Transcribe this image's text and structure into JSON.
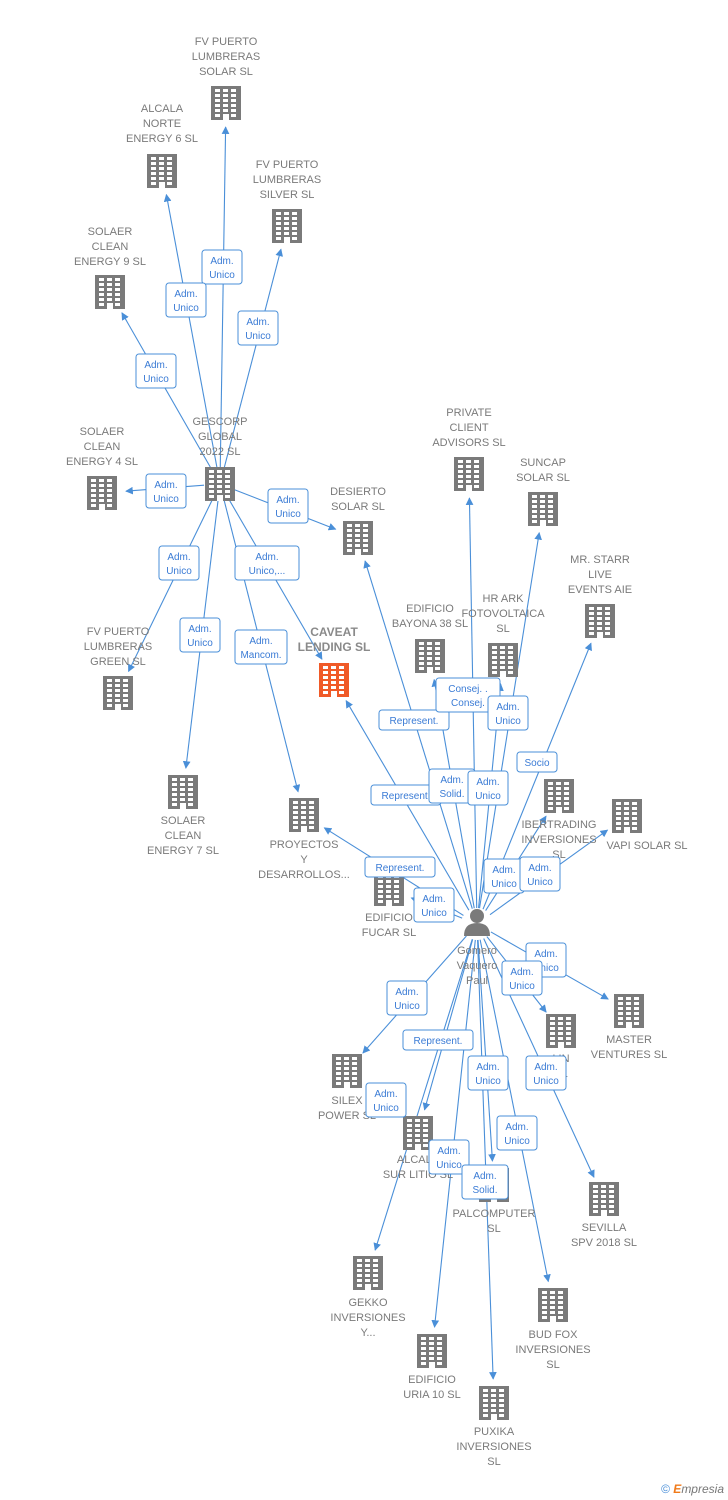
{
  "colors": {
    "edge": "#4a8fd8",
    "building": "#7a7a7a",
    "focus": "#f05a28",
    "person": "#7a7a7a"
  },
  "nodes": [
    {
      "id": "fv_solar",
      "lines": [
        "FV PUERTO",
        "LUMBRERAS",
        "SOLAR  SL"
      ],
      "icon": "building"
    },
    {
      "id": "alcala_norte",
      "lines": [
        "ALCALA",
        "NORTE",
        "ENERGY 6  SL"
      ],
      "icon": "building"
    },
    {
      "id": "fv_silver",
      "lines": [
        "FV PUERTO",
        "LUMBRERAS",
        "SILVER  SL"
      ],
      "icon": "building"
    },
    {
      "id": "solaer9",
      "lines": [
        "SOLAER",
        "CLEAN",
        "ENERGY 9  SL"
      ],
      "icon": "building"
    },
    {
      "id": "gescorp",
      "lines": [
        "GESCORP",
        "GLOBAL",
        "2022  SL"
      ],
      "icon": "building"
    },
    {
      "id": "solaer4",
      "lines": [
        "SOLAER",
        "CLEAN",
        "ENERGY 4  SL"
      ],
      "icon": "building"
    },
    {
      "id": "desierto",
      "lines": [
        "DESIERTO",
        "SOLAR  SL"
      ],
      "icon": "building"
    },
    {
      "id": "private_client",
      "lines": [
        "PRIVATE",
        "CLIENT",
        "ADVISORS  SL"
      ],
      "icon": "building"
    },
    {
      "id": "suncap",
      "lines": [
        "SUNCAP",
        "SOLAR  SL"
      ],
      "icon": "building"
    },
    {
      "id": "mr_starr",
      "lines": [
        "MR.  STARR",
        "LIVE",
        "EVENTS  AIE"
      ],
      "icon": "building"
    },
    {
      "id": "fv_green",
      "lines": [
        "FV PUERTO",
        "LUMBRERAS",
        "GREEN  SL"
      ],
      "icon": "building"
    },
    {
      "id": "caveat",
      "lines": [
        "CAVEAT",
        "LENDING  SL"
      ],
      "icon": "focus"
    },
    {
      "id": "bayona",
      "lines": [
        "EDIFICIO",
        "BAYONA 38  SL"
      ],
      "icon": "building"
    },
    {
      "id": "hr_ark",
      "lines": [
        "HR ARK",
        "FOTOVOLTAICA",
        "SL"
      ],
      "icon": "building"
    },
    {
      "id": "solaer7",
      "lines": [
        "SOLAER",
        "CLEAN",
        "ENERGY 7  SL"
      ],
      "icon": "building"
    },
    {
      "id": "proyectos",
      "lines": [
        "PROYECTOS",
        "Y",
        "DESARROLLOS..."
      ],
      "icon": "building"
    },
    {
      "id": "ibertrading",
      "lines": [
        "IBERTRADING",
        "INVERSIONES",
        "SL"
      ],
      "icon": "building"
    },
    {
      "id": "vapi",
      "lines": [
        "VAPI SOLAR SL"
      ],
      "icon": "building"
    },
    {
      "id": "fucar",
      "lines": [
        "EDIFICIO",
        "FUCAR  SL"
      ],
      "icon": "building"
    },
    {
      "id": "gomero",
      "lines": [
        "Gomero",
        "Vaquero",
        "Paul"
      ],
      "icon": "person"
    },
    {
      "id": "master",
      "lines": [
        "MASTER",
        "VENTURES  SL"
      ],
      "icon": "building"
    },
    {
      "id": "lin",
      "lines": [
        "LIN",
        "SL"
      ],
      "icon": "building"
    },
    {
      "id": "silex",
      "lines": [
        "SILEX",
        "POWER  SL"
      ],
      "icon": "building"
    },
    {
      "id": "alcala_sur",
      "lines": [
        "ALCALA",
        "SUR LITIO  SL"
      ],
      "icon": "building"
    },
    {
      "id": "palcomputer",
      "lines": [
        "PALCOMPUTER",
        "SL"
      ],
      "icon": "building"
    },
    {
      "id": "sevilla",
      "lines": [
        "SEVILLA",
        "SPV 2018  SL"
      ],
      "icon": "building"
    },
    {
      "id": "gekko",
      "lines": [
        "GEKKO",
        "INVERSIONES",
        "Y..."
      ],
      "icon": "building"
    },
    {
      "id": "bud_fox",
      "lines": [
        "BUD FOX",
        "INVERSIONES",
        "SL"
      ],
      "icon": "building"
    },
    {
      "id": "uria",
      "lines": [
        "EDIFICIO",
        "URIA 10  SL"
      ],
      "icon": "building"
    },
    {
      "id": "puxika",
      "lines": [
        "PUXIKA",
        "INVERSIONES",
        "SL"
      ],
      "icon": "building"
    }
  ],
  "edges": [
    {
      "from": "gescorp",
      "to": "fv_solar",
      "label": [
        "Adm.",
        "Unico"
      ]
    },
    {
      "from": "gescorp",
      "to": "alcala_norte",
      "label": [
        "Adm.",
        "Unico"
      ]
    },
    {
      "from": "gescorp",
      "to": "fv_silver",
      "label": [
        "Adm.",
        "Unico"
      ]
    },
    {
      "from": "gescorp",
      "to": "solaer9",
      "label": [
        "Adm.",
        "Unico"
      ]
    },
    {
      "from": "gescorp",
      "to": "solaer4",
      "label": [
        "Adm.",
        "Unico"
      ]
    },
    {
      "from": "gescorp",
      "to": "desierto",
      "label": [
        "Adm.",
        "Unico"
      ]
    },
    {
      "from": "gescorp",
      "to": "fv_green",
      "label": [
        "Adm.",
        "Unico"
      ]
    },
    {
      "from": "gescorp",
      "to": "caveat",
      "label": [
        "Adm.",
        "Unico,..."
      ]
    },
    {
      "from": "gescorp",
      "to": "solaer7",
      "label": [
        "Adm.",
        "Unico"
      ]
    },
    {
      "from": "gescorp",
      "to": "proyectos",
      "label": [
        "Adm.",
        "Mancom."
      ]
    },
    {
      "from": "gomero",
      "to": "desierto",
      "label": [
        "Represent."
      ]
    },
    {
      "from": "gomero",
      "to": "private_client",
      "label": [
        "Consej. .",
        "Consej."
      ]
    },
    {
      "from": "gomero",
      "to": "suncap",
      "label": [
        "Adm.",
        "Unico"
      ]
    },
    {
      "from": "gomero",
      "to": "mr_starr",
      "label": [
        "Socio"
      ]
    },
    {
      "from": "gomero",
      "to": "caveat",
      "label": [
        "Represent."
      ]
    },
    {
      "from": "gomero",
      "to": "bayona",
      "label": [
        "Adm.",
        "Solid."
      ]
    },
    {
      "from": "gomero",
      "to": "hr_ark",
      "label": [
        "Adm.",
        "Unico"
      ]
    },
    {
      "from": "gomero",
      "to": "proyectos",
      "label": [
        "Represent."
      ]
    },
    {
      "from": "gomero",
      "to": "ibertrading",
      "label": [
        "Adm.",
        "Unico"
      ]
    },
    {
      "from": "gomero",
      "to": "vapi",
      "label": [
        "Adm.",
        "Unico"
      ]
    },
    {
      "from": "gomero",
      "to": "fucar",
      "label": [
        "Adm.",
        "Unico"
      ]
    },
    {
      "from": "gomero",
      "to": "master",
      "label": [
        "Adm.",
        "Unico"
      ]
    },
    {
      "from": "gomero",
      "to": "lin",
      "label": [
        "Adm.",
        "Unico"
      ]
    },
    {
      "from": "gomero",
      "to": "silex",
      "label": [
        "Adm.",
        "Unico"
      ]
    },
    {
      "from": "gomero",
      "to": "alcala_sur",
      "label": [
        "Represent."
      ]
    },
    {
      "from": "gomero",
      "to": "gekko",
      "label": [
        "Adm.",
        "Unico"
      ]
    },
    {
      "from": "gomero",
      "to": "palcomputer",
      "label": [
        "Adm.",
        "Unico"
      ]
    },
    {
      "from": "gomero",
      "to": "sevilla",
      "label": [
        "Adm.",
        "Unico"
      ]
    },
    {
      "from": "gomero",
      "to": "bud_fox",
      "label": [
        "Adm.",
        "Unico"
      ]
    },
    {
      "from": "gomero",
      "to": "uria",
      "label": [
        "Adm.",
        "Unico"
      ]
    },
    {
      "from": "gomero",
      "to": "puxika",
      "label": [
        "Adm.",
        "Solid."
      ]
    }
  ],
  "footer": {
    "copyright": "©",
    "brand_initial": "E",
    "brand_rest": "mpresia"
  }
}
